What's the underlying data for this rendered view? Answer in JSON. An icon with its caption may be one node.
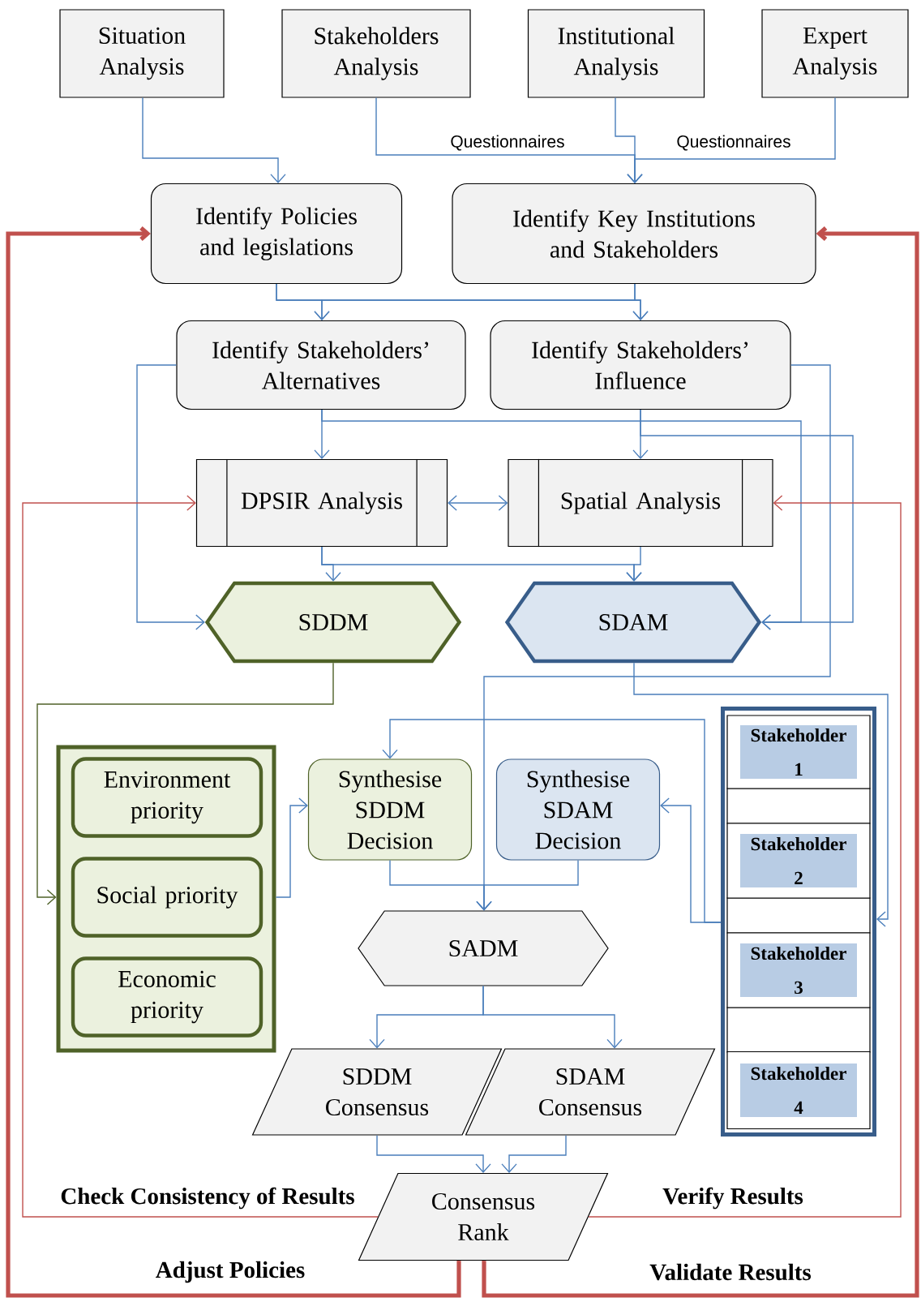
{
  "diagram": {
    "nodes": [
      {
        "text": [
          "Situation Analysis"
        ]
      },
      {
        "text": [
          "Stakeholders Analysis"
        ]
      },
      {
        "text": [
          "Institutional Analysis"
        ]
      },
      {
        "text": [
          "Expert Analysis"
        ]
      },
      {
        "text": [
          "Identify Policies and legislations"
        ]
      },
      {
        "text": [
          "Identify Key Institutions and Stakeholders"
        ]
      },
      {
        "text": [
          "Identify Stakeholders’ Alternatives"
        ]
      },
      {
        "text": [
          "Identify Stakeholders’ Influence"
        ]
      },
      {
        "text": [
          "DPSIR Analysis"
        ]
      },
      {
        "text": [
          "Spatial Analysis"
        ]
      },
      {
        "text": [
          "SDDM"
        ]
      },
      {
        "text": [
          "SDAM"
        ]
      },
      {
        "text": [],
        "shape": "box"
      },
      {
        "text": [
          "Environment priority"
        ],
        "in": 12
      },
      {
        "text": [
          "Social priority"
        ],
        "in": 12
      },
      {
        "text": [
          "Economic priority"
        ],
        "in": 12
      },
      {
        "text": [
          "Synthesise SDDM Decision"
        ]
      },
      {
        "text": [
          "Synthesise SDAM Decision"
        ]
      },
      {
        "text": [],
        "shape": "box"
      },
      {
        "text": [
          "Stakeholder 1"
        ],
        "in": 18
      },
      {
        "text": [
          "Stakeholder 2"
        ],
        "in": 18
      },
      {
        "text": [
          "Stakeholder 3"
        ],
        "in": 18
      },
      {
        "text": [
          "Stakeholder 4"
        ],
        "in": 18
      },
      {
        "text": [
          "SADM"
        ]
      },
      {
        "text": [
          "SDDM Consensus"
        ]
      },
      {
        "text": [
          "SDAM Consensus"
        ]
      },
      {
        "text": [
          "Consensus Rank"
        ]
      }
    ],
    "edges": [
      {
        "from": 0,
        "to": 4,
        "arrow": "to"
      },
      {
        "from": 1,
        "to": 5,
        "arrow": "to",
        "label": "Questionnaires"
      },
      {
        "from": 2,
        "to": 5,
        "arrow": "to"
      },
      {
        "from": 3,
        "to": 5,
        "arrow": "to",
        "label": "Questionnaires"
      },
      {
        "from": 4,
        "to": 6,
        "arrow": "to"
      },
      {
        "from": 4,
        "to": 7,
        "arrow": "to"
      },
      {
        "from": 5,
        "to": 7,
        "arrow": "to"
      },
      {
        "from": 5,
        "to": 6,
        "arrow": "to"
      },
      {
        "from": 6,
        "to": 10,
        "arrow": "to"
      },
      {
        "from": 6,
        "to": 8,
        "arrow": "to"
      },
      {
        "from": 6,
        "to": 11,
        "arrow": "to"
      },
      {
        "from": 7,
        "to": 9,
        "arrow": "to"
      },
      {
        "from": 7,
        "to": 11,
        "arrow": "to"
      },
      {
        "from": 7,
        "to": 23,
        "arrow": "to"
      },
      {
        "from": 8,
        "to": 9,
        "arrow": "both"
      },
      {
        "from": 8,
        "to": 10,
        "arrow": "to"
      },
      {
        "from": 8,
        "to": 11,
        "arrow": "to"
      },
      {
        "from": 9,
        "to": 11,
        "arrow": "to"
      },
      {
        "from": 10,
        "to": 12,
        "arrow": "to",
        "color": "#4f6228"
      },
      {
        "from": 11,
        "to": 18,
        "arrow": "to"
      },
      {
        "from": 18,
        "to": 17,
        "arrow": "to"
      },
      {
        "from": 18,
        "to": 16,
        "arrow": "to"
      },
      {
        "from": 12,
        "to": 16,
        "arrow": "to"
      },
      {
        "from": 16,
        "to": 23,
        "arrow": "to"
      },
      {
        "from": 17,
        "to": 23,
        "arrow": "to"
      },
      {
        "from": 23,
        "to": 24,
        "arrow": "to"
      },
      {
        "from": 23,
        "to": 25,
        "arrow": "to"
      },
      {
        "from": 24,
        "to": 26,
        "arrow": "to"
      },
      {
        "from": 25,
        "to": 26,
        "arrow": "to"
      },
      {
        "from": 26,
        "to": 8,
        "arrow": "to",
        "color": "#c0504d",
        "label": "Check Consistency of Results"
      },
      {
        "from": 26,
        "to": 9,
        "arrow": "to",
        "color": "#c0504d",
        "label": "Verify Results"
      },
      {
        "from": 26,
        "to": 4,
        "arrow": "to",
        "color": "#c0504d",
        "style": "thick",
        "label": "Adjust Policies"
      },
      {
        "from": 26,
        "to": 5,
        "arrow": "to",
        "color": "#c0504d",
        "style": "thick",
        "label": "Validate Results"
      }
    ]
  }
}
